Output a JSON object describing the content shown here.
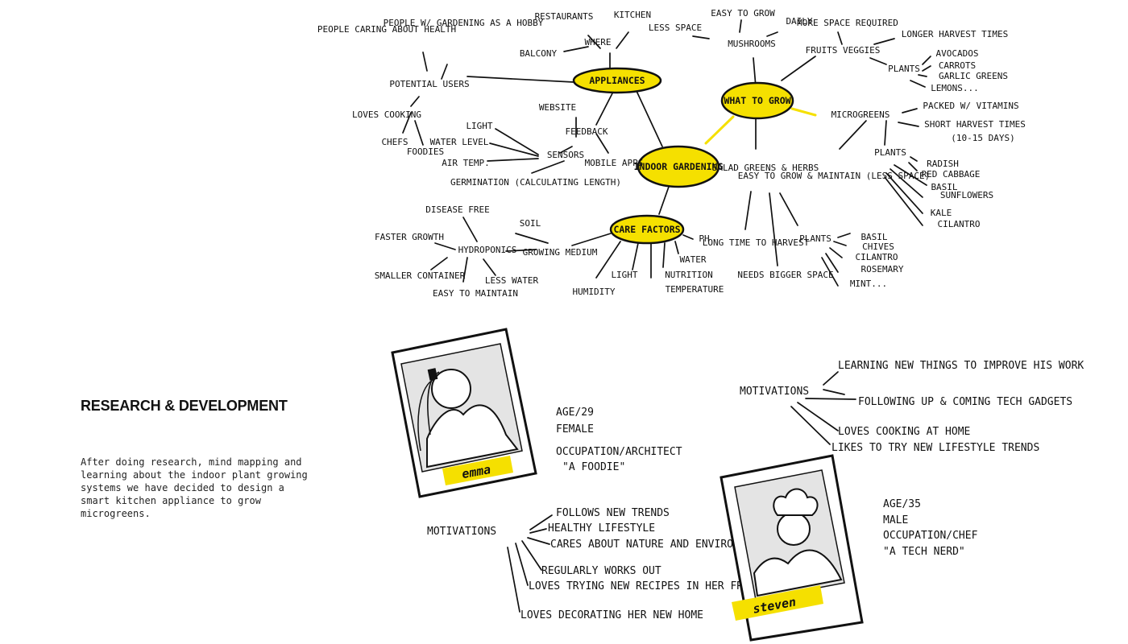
{
  "section": {
    "title": "RESEARCH & DEVELOPMENT",
    "description": "After doing research, mind mapping and learning about the indoor plant growing systems we have decided to design a smart kitchen appliance to grow microgreens."
  },
  "colors": {
    "highlight": "#f5e000",
    "ink": "#111111",
    "photo_gray": "#e4e4e4"
  },
  "mindmap": {
    "center": "INDOOR GARDENING",
    "appliances": {
      "label": "APPLIANCES",
      "where": "WHERE",
      "restaurants": "RESTAURANTS",
      "kitchen": "KITCHEN",
      "balcony": "BALCONY",
      "potential_users": "POTENTIAL USERS",
      "people_caring_about_health": "PEOPLE CARING ABOUT HEALTH",
      "people_gardening_hobby": "PEOPLE W/ GARDENING AS A HOBBY",
      "loves_cooking": "LOVES COOKING",
      "chefs": "CHEFS",
      "foodies": "FOODIES",
      "website": "WEBSITE",
      "feedback": "FEEDBACK",
      "mobile_apps": "MOBILE APPS",
      "sensors": "SENSORS",
      "light": "LIGHT",
      "water_level": "WATER LEVEL",
      "air_temp": "AIR TEMP.",
      "germination": "GERMINATION (CALCULATING LENGTH)"
    },
    "what_to_grow": {
      "label": "WHAT TO GROW",
      "mushrooms": "MUSHROOMS",
      "less_space": "LESS SPACE",
      "easy_to_grow": "EASY TO GROW",
      "daily": "DAILY",
      "fruits_veggies": "FRUITS VEGGIES",
      "more_space_required": "MORE SPACE REQUIRED",
      "longer_harvest_times": "LONGER HARVEST TIMES",
      "plants": "PLANTS",
      "avocados": "AVOCADOS",
      "carrots": "CARROTS",
      "garlic_greens": "GARLIC GREENS",
      "lemons": "LEMONS...",
      "microgreens": "MICROGREENS",
      "packed_vitamins": "PACKED W/ VITAMINS",
      "short_harvest_times": "SHORT HARVEST TIMES",
      "harvest_days": "(10-15 DAYS)",
      "easy_maintain": "EASY TO GROW & MAINTAIN (LESS SPACE)",
      "micro_plants": "PLANTS",
      "radish": "RADISH",
      "red_cabbage": "RED CABBAGE",
      "basil": "BASIL",
      "sunflowers": "SUNFLOWERS",
      "kale": "KALE",
      "cilantro": "CILANTRO",
      "salad_greens": "SALAD GREENS & HERBS",
      "long_time_harvest": "LONG TIME TO HARVEST",
      "needs_bigger_space": "NEEDS BIGGER SPACE",
      "herb_plants": "PLANTS",
      "herb_basil": "BASIL",
      "herb_chives": "CHIVES",
      "herb_cilantro": "CILANTRO",
      "herb_rosemary": "ROSEMARY",
      "herb_mint": "MINT..."
    },
    "care_factors": {
      "label": "CARE FACTORS",
      "ph": "PH",
      "water": "WATER",
      "nutrition": "NUTRITION",
      "temperature": "TEMPERATURE",
      "light": "LIGHT",
      "humidity": "HUMIDITY",
      "growing_medium": "GROWING MEDIUM",
      "soil": "SOIL",
      "hydroponics": "HYDROPONICS",
      "disease_free": "DISEASE FREE",
      "faster_growth": "FASTER GROWTH",
      "smaller_container": "SMALLER CONTAINER",
      "easy_to_maintain": "EASY TO MAINTAIN",
      "less_water": "LESS WATER"
    }
  },
  "personas": [
    {
      "name": "emma",
      "age": "AGE/29",
      "gender": "FEMALE",
      "occupation": "OCCUPATION/ARCHITECT",
      "tagline": "\"A FOODIE\"",
      "motivations_title": "MOTIVATIONS",
      "motivations": [
        "FOLLOWS NEW TRENDS",
        "HEALTHY LIFESTYLE",
        "CARES ABOUT NATURE AND ENVIRONMENT",
        "REGULARLY WORKS OUT",
        "LOVES TRYING NEW RECIPES IN HER FREETIME",
        "LOVES DECORATING HER NEW HOME"
      ]
    },
    {
      "name": "steven",
      "age": "AGE/35",
      "gender": "MALE",
      "occupation": "OCCUPATION/CHEF",
      "tagline": "\"A TECH NERD\"",
      "motivations_title": "MOTIVATIONS",
      "motivations": [
        "LEARNING NEW THINGS TO IMPROVE HIS WORK",
        "FOLLOWING UP & COMING TECH GADGETS",
        "LOVES COOKING AT HOME",
        "LIKES TO TRY NEW LIFESTYLE TRENDS"
      ]
    }
  ]
}
